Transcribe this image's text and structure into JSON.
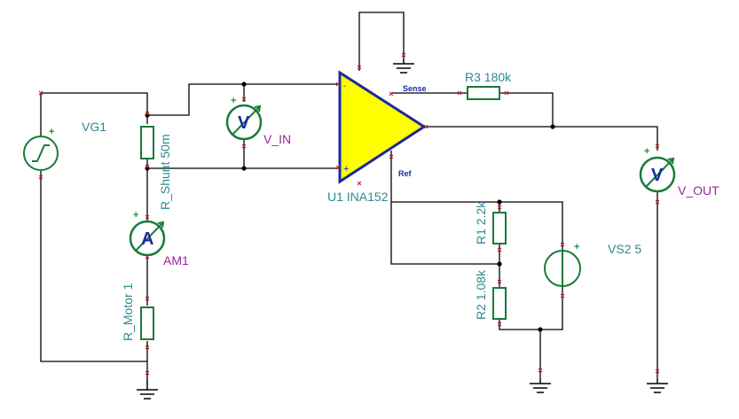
{
  "components": {
    "vg1": {
      "label": "VG1"
    },
    "r_shunt": {
      "label": "R_Shunt 50m"
    },
    "v_in": {
      "label": "V_IN",
      "glyph": "V"
    },
    "am1": {
      "label": "AM1",
      "glyph": "A"
    },
    "r_motor": {
      "label": "R_Motor 1"
    },
    "u1": {
      "label": "U1 INA152",
      "sense": "Sense",
      "ref": "Ref",
      "in_minus": "-",
      "in_plus": "+"
    },
    "r3": {
      "label": "R3 180k"
    },
    "v_out": {
      "label": "V_OUT",
      "glyph": "V"
    },
    "r1": {
      "label": "R1 2.2k"
    },
    "r2": {
      "label": "R2 1.08k"
    },
    "vs2": {
      "label": "VS2 5"
    }
  },
  "colors": {
    "meter_green": "#1a7a3a",
    "opamp_fill": "#ffff00",
    "opamp_stroke": "#1a2aa0",
    "resistor_green": "#1a7a3a",
    "label_teal": "#2a8a8f",
    "label_purple": "#a020a0",
    "pin_red": "#c02020"
  }
}
